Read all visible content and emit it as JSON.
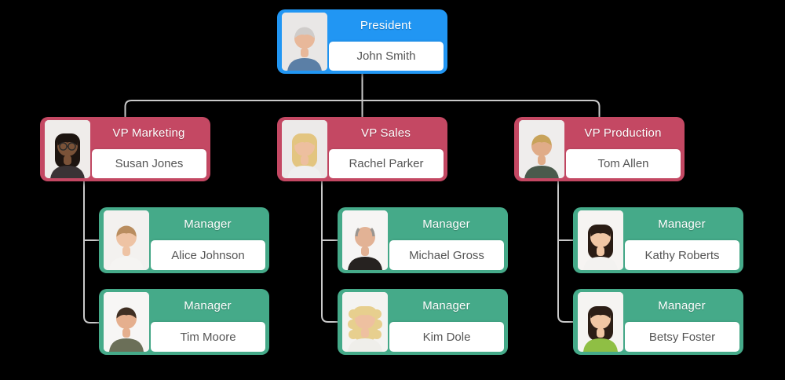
{
  "page": {
    "background_color": "#000000",
    "connector_color": "#c9c9c9"
  },
  "org_chart": {
    "type": "org-chart",
    "levels": {
      "president_color": "#2196f3",
      "vp_color": "#c44863",
      "manager_color": "#45aa89"
    },
    "nodes": [
      {
        "id": "president",
        "title": "President",
        "name": "John Smith",
        "reports_to": null,
        "theme_color": "#2196f3",
        "avatar": {
          "bg": "#e9e7e6",
          "skin": "#e8b89a",
          "hair": "#cfccca",
          "shirt": "#5b7fa6",
          "hair_style": "short",
          "glasses": false
        }
      },
      {
        "id": "vp-marketing",
        "title": "VP Marketing",
        "name": "Susan Jones",
        "reports_to": "president",
        "theme_color": "#c44863",
        "avatar": {
          "bg": "#efecea",
          "skin": "#7a5238",
          "hair": "#1d1410",
          "shirt": "#3a3335",
          "hair_style": "long",
          "glasses": true
        }
      },
      {
        "id": "vp-sales",
        "title": "VP Sales",
        "name": "Rachel Parker",
        "reports_to": "president",
        "theme_color": "#c44863",
        "avatar": {
          "bg": "#eceae9",
          "skin": "#edbf9f",
          "hair": "#e3c580",
          "shirt": "#efefef",
          "hair_style": "long",
          "glasses": false
        }
      },
      {
        "id": "vp-production",
        "title": "VP Production",
        "name": "Tom Allen",
        "reports_to": "president",
        "theme_color": "#c44863",
        "avatar": {
          "bg": "#efedec",
          "skin": "#e0ac88",
          "hair": "#c8a35a",
          "shirt": "#4a5a4c",
          "hair_style": "short",
          "glasses": false
        }
      },
      {
        "id": "manager-1",
        "title": "Manager",
        "name": "Alice Johnson",
        "reports_to": "vp-marketing",
        "theme_color": "#45aa89",
        "avatar": {
          "bg": "#f3f1ef",
          "skin": "#eec3a4",
          "hair": "#b98d5f",
          "shirt": "#f5f4f2",
          "hair_style": "short",
          "glasses": false
        }
      },
      {
        "id": "manager-2",
        "title": "Manager",
        "name": "Tim Moore",
        "reports_to": "vp-marketing",
        "theme_color": "#45aa89",
        "avatar": {
          "bg": "#f7f6f5",
          "skin": "#e5af8e",
          "hair": "#3f2f23",
          "shirt": "#6b6f58",
          "hair_style": "short",
          "glasses": false
        }
      },
      {
        "id": "manager-3",
        "title": "Manager",
        "name": "Michael Gross",
        "reports_to": "vp-sales",
        "theme_color": "#45aa89",
        "avatar": {
          "bg": "#f6f5f4",
          "skin": "#e2b295",
          "hair": "#9a9590",
          "shirt": "#262220",
          "hair_style": "bald",
          "glasses": false
        }
      },
      {
        "id": "manager-4",
        "title": "Manager",
        "name": "Kim Dole",
        "reports_to": "vp-sales",
        "theme_color": "#45aa89",
        "avatar": {
          "bg": "#f4f3f1",
          "skin": "#eec0a0",
          "hair": "#e7cf8e",
          "shirt": "#efeeea",
          "hair_style": "curly",
          "glasses": false
        }
      },
      {
        "id": "manager-5",
        "title": "Manager",
        "name": "Kathy Roberts",
        "reports_to": "vp-production",
        "theme_color": "#45aa89",
        "avatar": {
          "bg": "#f6f4f2",
          "skin": "#f0c6a4",
          "hair": "#2a1c14",
          "shirt": "#f3f2f0",
          "hair_style": "long",
          "glasses": false
        }
      },
      {
        "id": "manager-6",
        "title": "Manager",
        "name": "Betsy Foster",
        "reports_to": "vp-production",
        "theme_color": "#45aa89",
        "avatar": {
          "bg": "#f5f4f2",
          "skin": "#f0c6a4",
          "hair": "#2c1e16",
          "shirt": "#8fbf44",
          "hair_style": "long",
          "glasses": false
        }
      }
    ]
  }
}
